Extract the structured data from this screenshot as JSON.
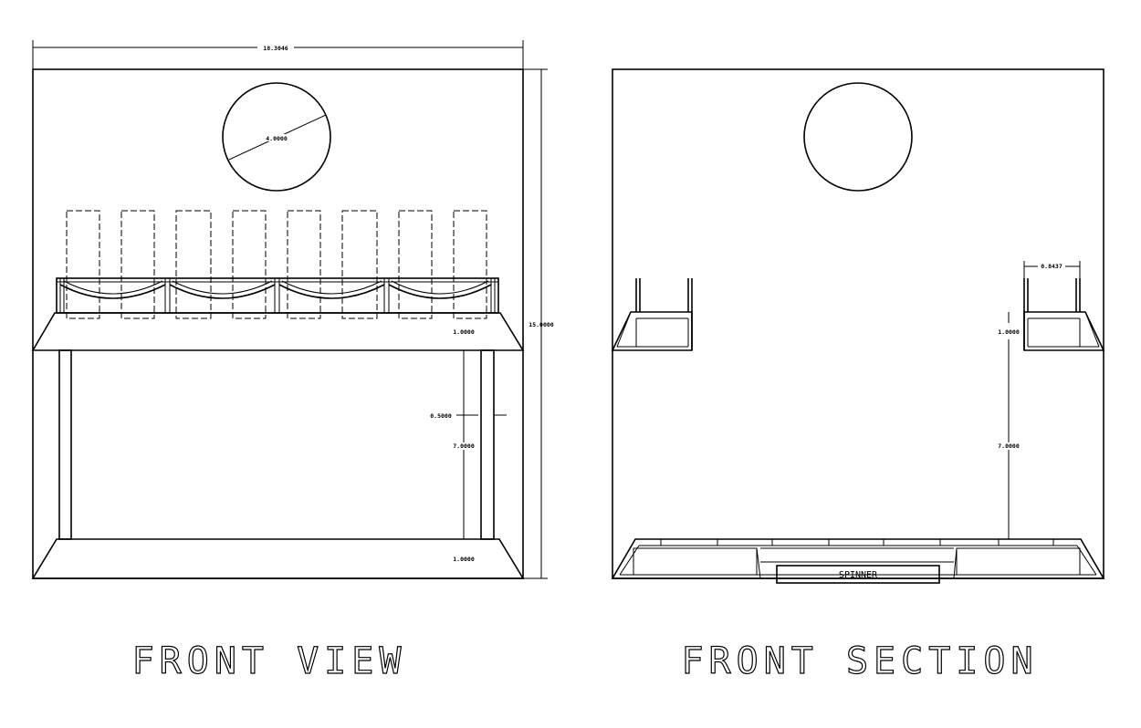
{
  "front_view": {
    "title": "FRONT VIEW",
    "dims": {
      "overall_width": "18.3046",
      "overall_height": "15.0000",
      "circle_dia": "4.0000",
      "shelf_thk": "1.0000",
      "leg_width": "0.5000",
      "clearance": "7.0000",
      "base_thk": "1.0000"
    }
  },
  "front_section": {
    "title": "FRONT SECTION",
    "spinner_label": "SPINNER",
    "dims": {
      "holder_width": "0.8437",
      "shelf_thk": "1.0000",
      "clearance": "7.0000"
    }
  }
}
